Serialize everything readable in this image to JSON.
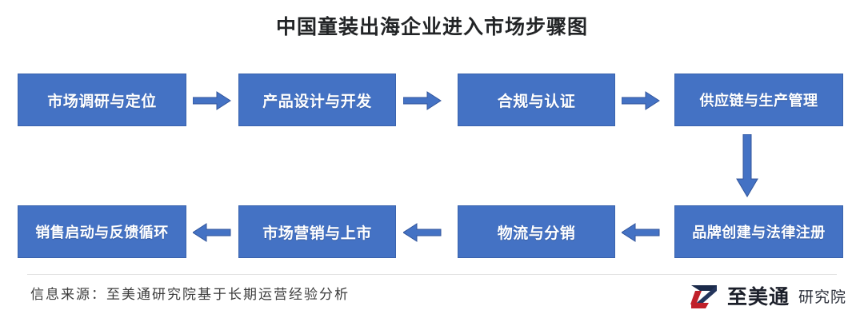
{
  "title": "中国童装出海企业进入市场步骤图",
  "flow": {
    "row1": [
      {
        "id": "step-1",
        "label": "市场调研与定位"
      },
      {
        "id": "step-2",
        "label": "产品设计与开发"
      },
      {
        "id": "step-3",
        "label": "合规与认证"
      },
      {
        "id": "step-4",
        "label": "供应链与生产管理"
      }
    ],
    "row2": [
      {
        "id": "step-8",
        "label": "销售启动与反馈循环"
      },
      {
        "id": "step-7",
        "label": "市场营销与上市"
      },
      {
        "id": "step-6",
        "label": "物流与分销"
      },
      {
        "id": "step-5",
        "label": "品牌创建与法律注册"
      }
    ],
    "arrows": [
      {
        "id": "arrow-1-2",
        "direction": "right"
      },
      {
        "id": "arrow-2-3",
        "direction": "right"
      },
      {
        "id": "arrow-3-4",
        "direction": "right"
      },
      {
        "id": "arrow-4-5",
        "direction": "down"
      },
      {
        "id": "arrow-5-6",
        "direction": "left"
      },
      {
        "id": "arrow-6-7",
        "direction": "left"
      },
      {
        "id": "arrow-7-8",
        "direction": "left"
      }
    ]
  },
  "footer": {
    "source": "信息来源：至美通研究院基于长期运营经验分析",
    "logo_name": "至美通",
    "logo_sub": "研究院",
    "logo_mark": "z-logo-icon"
  },
  "colors": {
    "node_fill": "#4472C4",
    "node_border": "#3a63ad",
    "arrow": "#4472C4",
    "title_text": "#222426",
    "logo_dark": "#1b2a4a",
    "logo_red": "#c0202a"
  },
  "chart_data": {
    "type": "diagram",
    "title": "中国童装出海企业进入市场步骤图",
    "steps": [
      "市场调研与定位",
      "产品设计与开发",
      "合规与认证",
      "供应链与生产管理",
      "品牌创建与法律注册",
      "物流与分销",
      "市场营销与上市",
      "销售启动与反馈循环"
    ],
    "flow_direction": "serpentine: row1 left-to-right, down, row2 right-to-left",
    "note": "信息来源：至美通研究院基于长期运营经验分析"
  }
}
